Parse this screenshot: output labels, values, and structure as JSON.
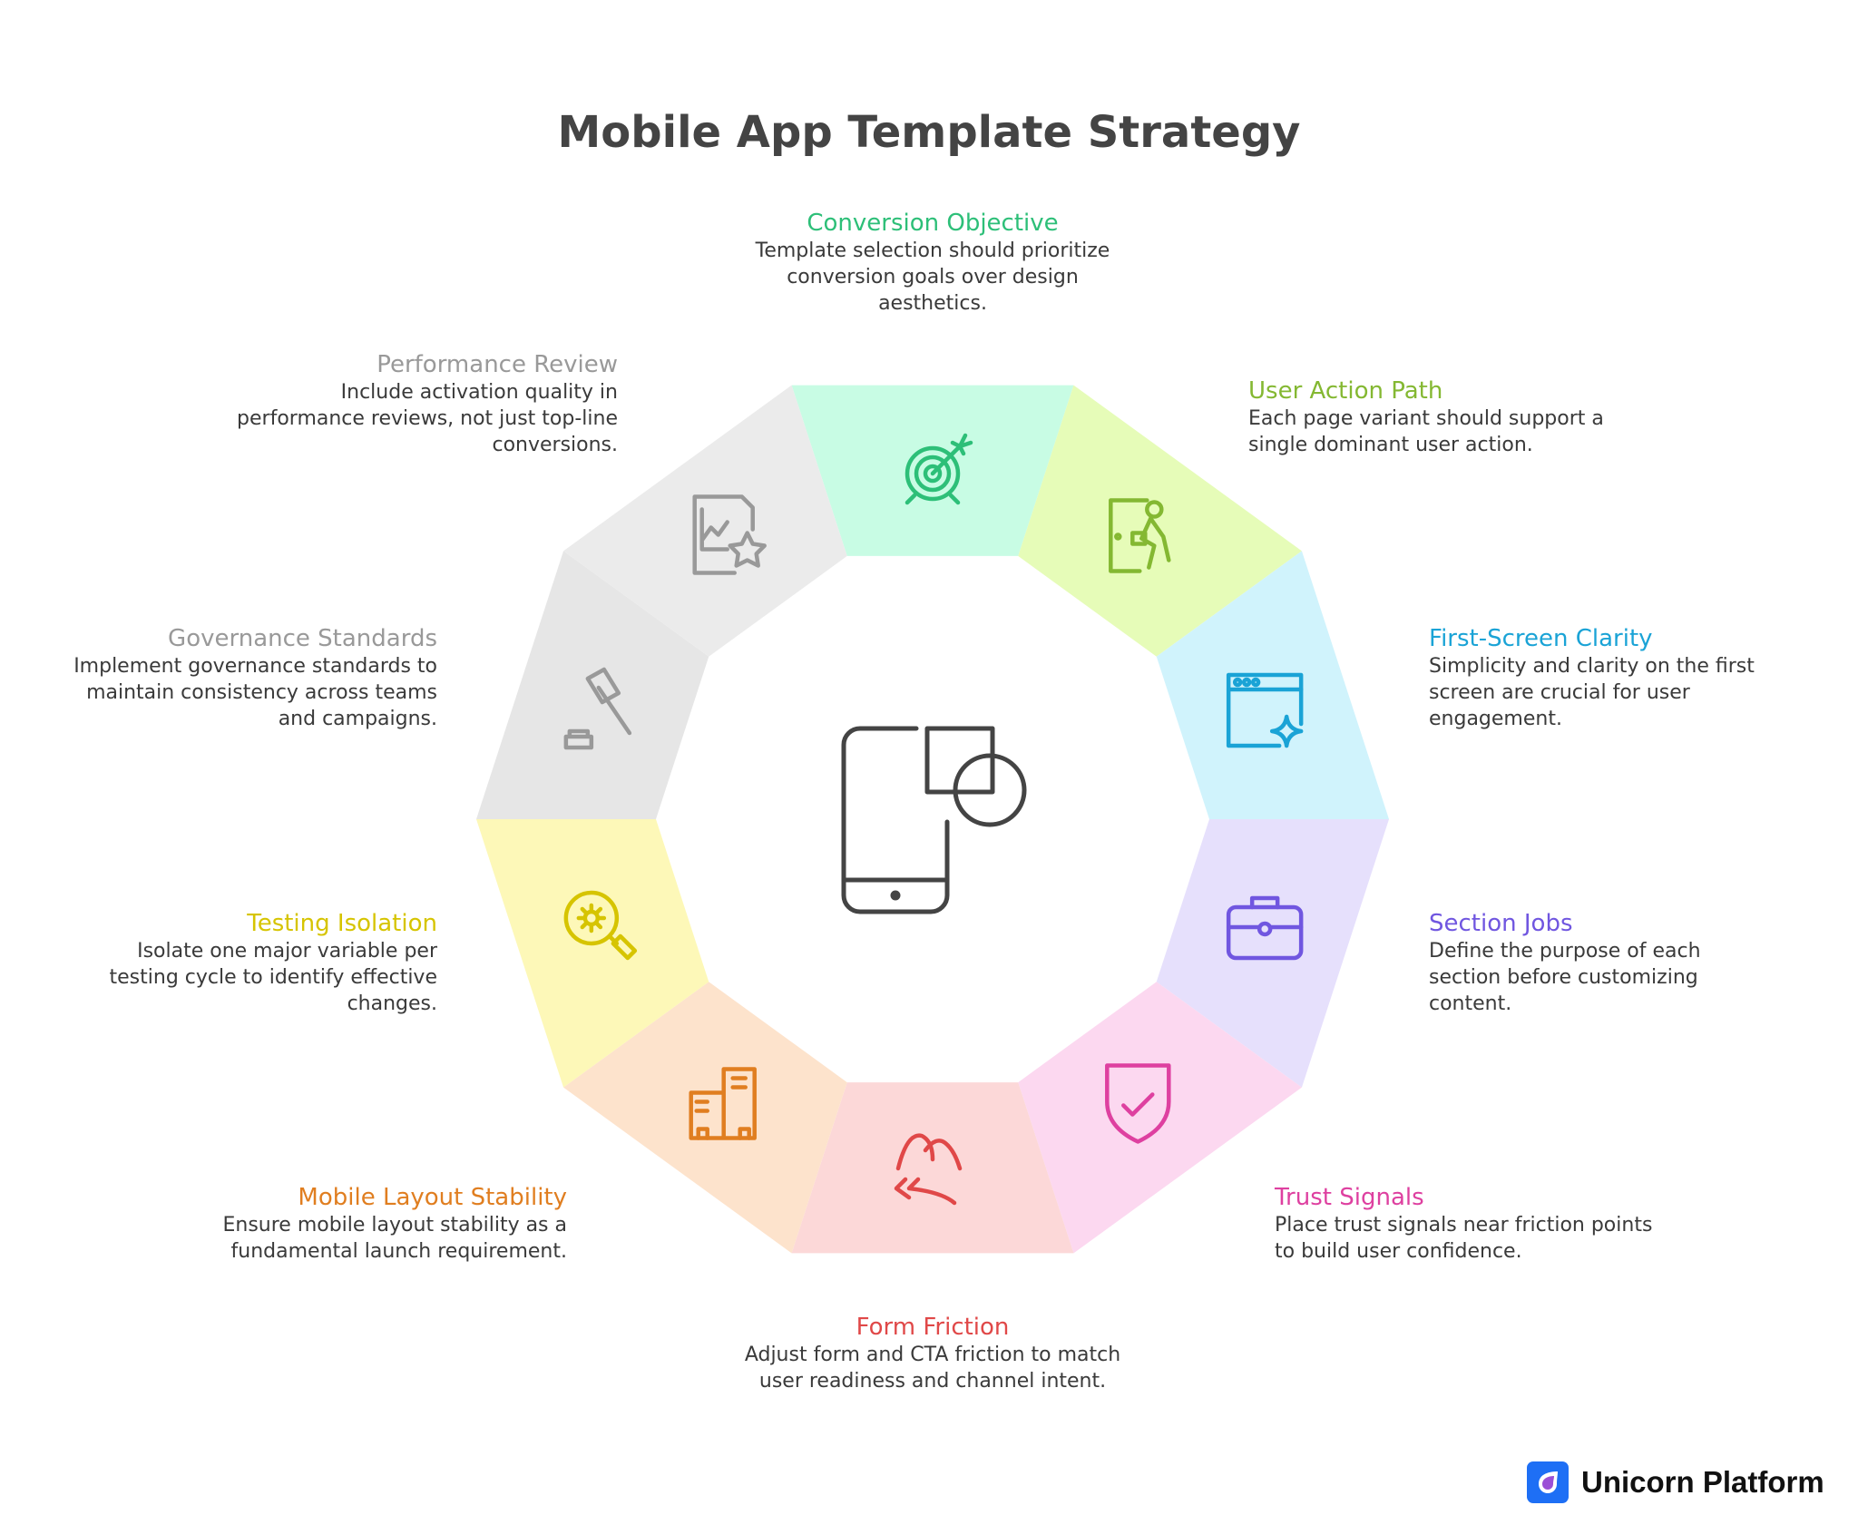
{
  "title": "Mobile App Template Strategy",
  "center_icon": "mobile-shapes-icon",
  "segments": [
    {
      "id": "conversion-objective",
      "title": "Conversion Objective",
      "text": "Template selection should prioritize conversion goals over design aesthetics.",
      "fill": "#c8fce4",
      "color": "#2dbf78",
      "icon": "target-arrow-icon"
    },
    {
      "id": "user-action-path",
      "title": "User Action Path",
      "text": "Each page variant should support a single dominant user action.",
      "fill": "#e6fcb8",
      "color": "#84b832",
      "icon": "person-door-icon"
    },
    {
      "id": "first-screen-clarity",
      "title": "First-Screen Clarity",
      "text": "Simplicity and clarity on the first screen are crucial for user engagement.",
      "fill": "#d0f3fc",
      "color": "#1aa3d6",
      "icon": "browser-sparkle-icon"
    },
    {
      "id": "section-jobs",
      "title": "Section Jobs",
      "text": "Define the purpose of each section before customizing content.",
      "fill": "#e6e0fc",
      "color": "#7056e0",
      "icon": "briefcase-icon"
    },
    {
      "id": "trust-signals",
      "title": "Trust Signals",
      "text": "Place trust signals near friction points to build user confidence.",
      "fill": "#fcd8f0",
      "color": "#de40a0",
      "icon": "shield-check-icon"
    },
    {
      "id": "form-friction",
      "title": "Form Friction",
      "text": "Adjust form and CTA friction to match user readiness and channel intent.",
      "fill": "#fcd8d8",
      "color": "#e04848",
      "icon": "friction-path-icon"
    },
    {
      "id": "mobile-layout-stability",
      "title": "Mobile Layout Stability",
      "text": "Ensure mobile layout stability as a fundamental launch requirement.",
      "fill": "#fde3cc",
      "color": "#e07e20",
      "icon": "buildings-icon"
    },
    {
      "id": "testing-isolation",
      "title": "Testing Isolation",
      "text": "Isolate one major variable per testing cycle to identify effective changes.",
      "fill": "#fdf8b8",
      "color": "#d6c400",
      "icon": "gear-search-icon"
    },
    {
      "id": "governance-standards",
      "title": "Governance Standards",
      "text": "Implement governance standards to maintain consistency across teams and campaigns.",
      "fill": "#e6e6e6",
      "color": "#999999",
      "icon": "gavel-icon"
    },
    {
      "id": "performance-review",
      "title": "Performance Review",
      "text": "Include activation quality in performance reviews, not just top-line conversions.",
      "fill": "#ebebeb",
      "color": "#999999",
      "icon": "chart-star-document-icon"
    }
  ],
  "logo": {
    "text": "Unicorn Platform",
    "color": "#1e6ff5",
    "icon": "unicorn-platform-logo-icon"
  }
}
